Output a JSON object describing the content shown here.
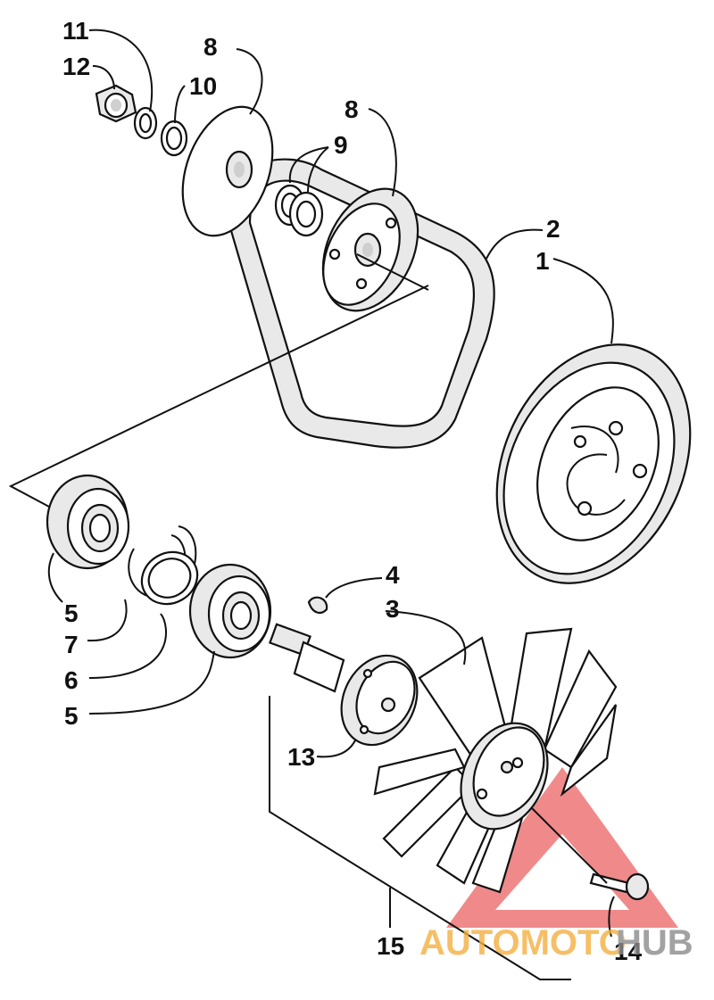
{
  "callouts": {
    "c1": "1",
    "c2": "2",
    "c3": "3",
    "c4": "4",
    "c5a": "5",
    "c5b": "5",
    "c6": "6",
    "c7": "7",
    "c8a": "8",
    "c8b": "8",
    "c9": "9",
    "c10": "10",
    "c11": "11",
    "c12": "12",
    "c13": "13",
    "c14": "14",
    "c15": "15"
  },
  "watermark": {
    "part1": "AUTOMOTO",
    "part2": "HUB",
    "color_outline": "#e52b2b",
    "color_orange": "#f5b041",
    "color_grey": "#8c8c8c"
  }
}
